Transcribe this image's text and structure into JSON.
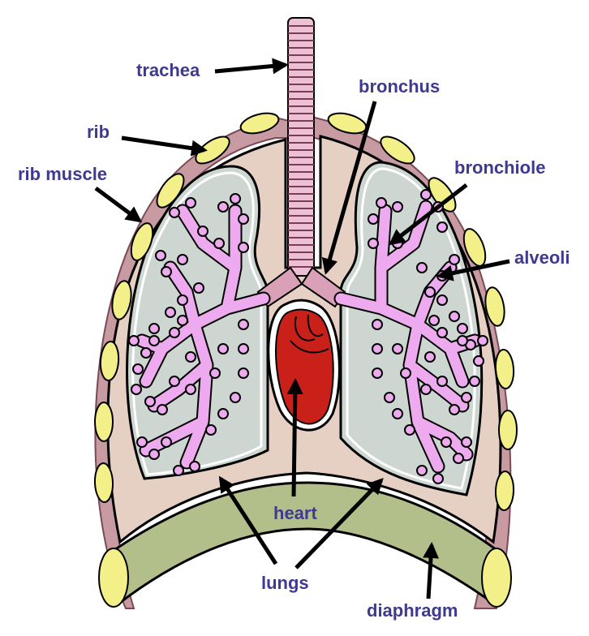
{
  "labels": {
    "trachea": "trachea",
    "bronchus": "bronchus",
    "rib": "rib",
    "rib_muscle": "rib muscle",
    "bronchiole": "bronchiole",
    "alveoli": "alveoli",
    "heart": "heart",
    "lungs": "lungs",
    "diaphragm": "diaphragm"
  },
  "colors": {
    "label_text": "#3d3a8f",
    "outline": "#000000",
    "pleural_cavity": "#e6cfc3",
    "lung_tissue": "#cdd6d0",
    "airway": "#eeaaee",
    "trachea": "#d9a0b8",
    "heart": "#c9211a",
    "rib_bone": "#f3f08a",
    "rib_muscle": "#c89aa2",
    "diaphragm": "#b3bf8a"
  },
  "icons": [
    "arrow-icon"
  ]
}
